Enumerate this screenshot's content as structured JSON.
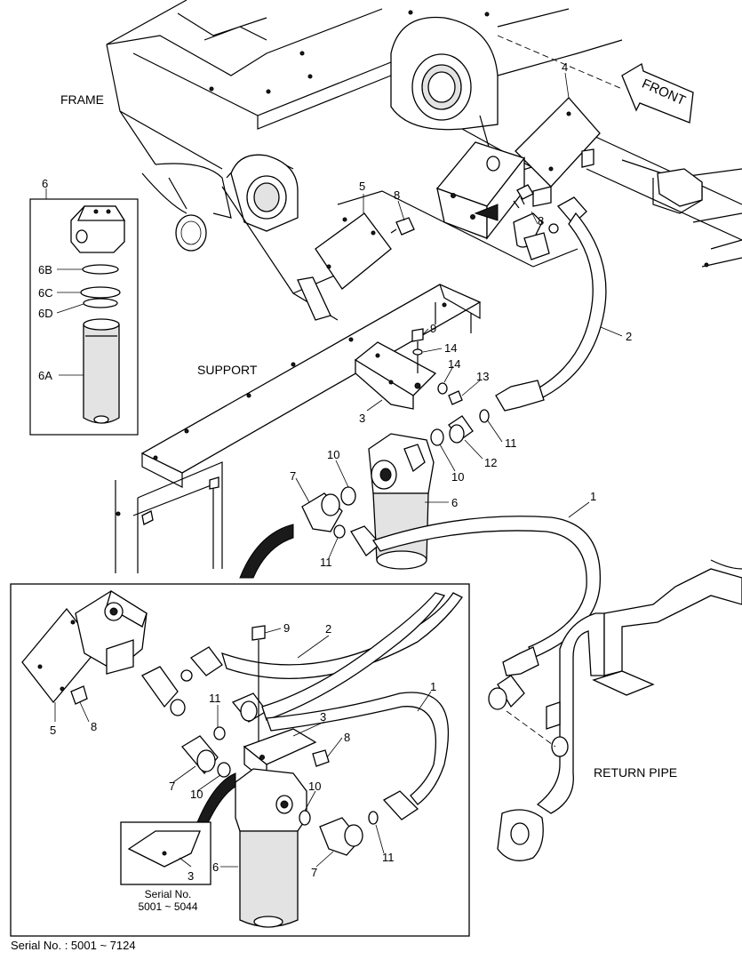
{
  "labels": {
    "frame": "FRAME",
    "front": "FRONT",
    "support": "SUPPORT",
    "return_pipe": "RETURN PIPE",
    "inset_serial_line1": "Serial No.",
    "inset_serial_line2": "5001 ~ 5044",
    "footer_serial": "Serial No. : 5001 ~ 7124"
  },
  "callouts": {
    "main": {
      "p1": "1",
      "p2": "2",
      "p3": "3",
      "p4": "4",
      "p5": "5",
      "p6": "6",
      "p7": "7",
      "p8a": "8",
      "p8b": "8",
      "p9": "9",
      "p10a": "10",
      "p10b": "10",
      "p11a": "11",
      "p11b": "11",
      "p12": "12",
      "p13": "13",
      "p14a": "14",
      "p14b": "14"
    },
    "element6": {
      "p6": "6",
      "p6B": "6B",
      "p6C": "6C",
      "p6D": "6D",
      "p6A": "6A"
    },
    "detail": {
      "p1": "1",
      "p2": "2",
      "p3": "3",
      "p5": "5",
      "p6": "6",
      "p7a": "7",
      "p7b": "7",
      "p8a": "8",
      "p8b": "8",
      "p9": "9",
      "p10a": "10",
      "p10b": "10",
      "p11a": "11",
      "p11b": "11",
      "p3s": "3"
    }
  }
}
